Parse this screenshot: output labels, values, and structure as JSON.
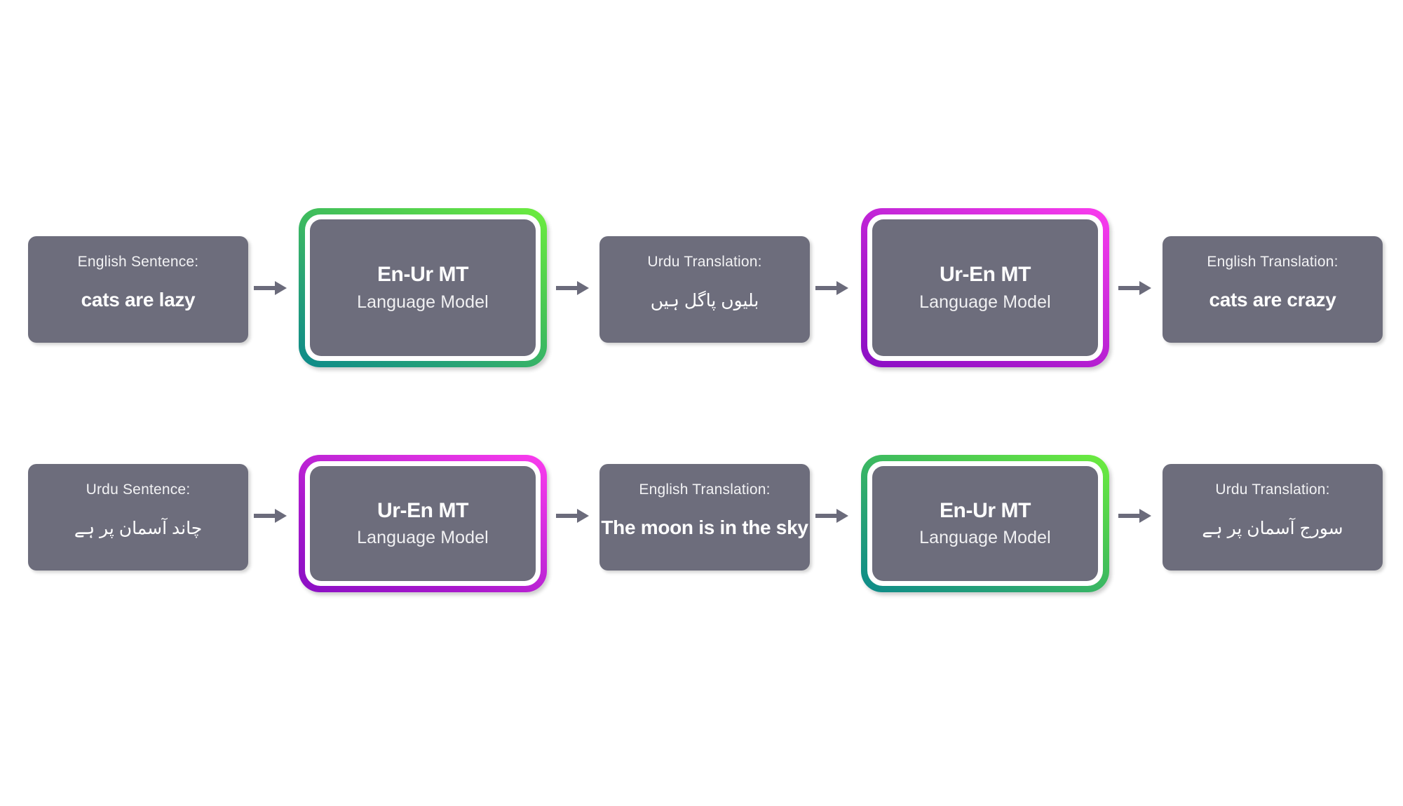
{
  "page": {
    "background_color": "#ffffff",
    "box_fill_color": "#6d6d7c",
    "arrow_color": "#6b6b7b"
  },
  "colors": {
    "en_ur_gradient_start": "#0d8a8a",
    "en_ur_gradient_end": "#6ded3e",
    "ur_en_gradient_start": "#8a0fc4",
    "ur_en_gradient_end": "#fb3cee",
    "ring_color": "#ffffff"
  },
  "pipelines": [
    {
      "name": "english-to-urdu-roundtrip",
      "nodes": [
        {
          "kind": "data",
          "name": "english-sentence",
          "caption": "English Sentence:",
          "value": "cats are lazy",
          "script": "latin"
        },
        {
          "kind": "model",
          "name": "en-ur-mt-model",
          "title": "En-Ur MT",
          "subtitle": "Language Model",
          "gradient": "green"
        },
        {
          "kind": "data",
          "name": "urdu-translation",
          "caption": "Urdu Translation:",
          "value": "بلیوں پاگل ہیں",
          "script": "urdu"
        },
        {
          "kind": "model",
          "name": "ur-en-mt-model",
          "title": "Ur-En MT",
          "subtitle": "Language Model",
          "gradient": "purple"
        },
        {
          "kind": "data",
          "name": "english-translation",
          "caption": "English Translation:",
          "value": "cats are crazy",
          "script": "latin"
        }
      ]
    },
    {
      "name": "urdu-to-english-roundtrip",
      "nodes": [
        {
          "kind": "data",
          "name": "urdu-sentence",
          "caption": "Urdu Sentence:",
          "value": "چاند آسمان پر ہے",
          "script": "urdu"
        },
        {
          "kind": "model",
          "name": "ur-en-mt-model",
          "title": "Ur-En MT",
          "subtitle": "Language Model",
          "gradient": "purple"
        },
        {
          "kind": "data",
          "name": "english-translation",
          "caption": "English Translation:",
          "value": "The moon is in the sky",
          "script": "latin"
        },
        {
          "kind": "model",
          "name": "en-ur-mt-model",
          "title": "En-Ur MT",
          "subtitle": "Language Model",
          "gradient": "green"
        },
        {
          "kind": "data",
          "name": "urdu-translation",
          "caption": "Urdu Translation:",
          "value": "سورج آسمان پر ہے",
          "script": "urdu"
        }
      ]
    }
  ],
  "arrows": {
    "icon": "arrow-right-icon",
    "count": 8
  },
  "row1": {
    "box1": {
      "caption": "English Sentence:",
      "value": "cats are lazy"
    },
    "model1": {
      "title": "En-Ur MT",
      "subtitle": "Language Model"
    },
    "box2": {
      "caption": "Urdu Translation:",
      "value": "بلیوں پاگل ہیں"
    },
    "model2": {
      "title": "Ur-En MT",
      "subtitle": "Language Model"
    },
    "box3": {
      "caption": "English Translation:",
      "value": "cats are crazy"
    }
  },
  "row2": {
    "box1": {
      "caption": "Urdu Sentence:",
      "value": "چاند آسمان پر ہے"
    },
    "model1": {
      "title": "Ur-En MT",
      "subtitle": "Language Model"
    },
    "box2": {
      "caption": "English Translation:",
      "value": "The moon is in the sky"
    },
    "model2": {
      "title": "En-Ur MT",
      "subtitle": "Language Model"
    },
    "box3": {
      "caption": "Urdu Translation:",
      "value": "سورج آسمان پر ہے"
    }
  }
}
